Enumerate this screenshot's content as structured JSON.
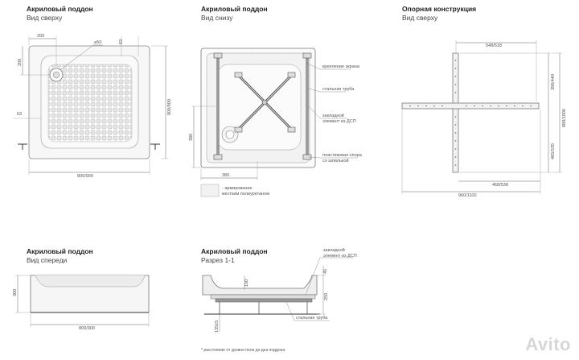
{
  "views": {
    "top": {
      "title": "Акриловый поддон",
      "subtitle": "Вид сверху"
    },
    "bottom": {
      "title": "Акриловый поддон",
      "subtitle": "Вид снизу"
    },
    "support": {
      "title": "Опорная конструкция",
      "subtitle": "Вид сверху"
    },
    "front": {
      "title": "Акриловый поддон",
      "subtitle": "Вид спереди"
    },
    "section": {
      "title": "Акриловый поддон",
      "subtitle": "Разрез 1-1"
    }
  },
  "top_dims": {
    "d200": "200",
    "d50": "⌀50",
    "d63a": "63",
    "d200v": "200",
    "d63b": "63",
    "d800h": "800/900",
    "d800v": "800/900"
  },
  "bottom_dims": {
    "d380v": "380",
    "d380h": "380"
  },
  "bottom_labels": {
    "screen": "крепление экрана",
    "pipe": "стальная труба",
    "embedded1": "закладной",
    "embedded2": "элемент из ДСП",
    "support1": "пластиковая опора",
    "support2": "со шпилькой"
  },
  "legend": {
    "line1": "- армирование",
    "line2": "жестким полиуретаном"
  },
  "support_dims": {
    "d548": "548/618",
    "d390": "390/440",
    "d880": "880/1000",
    "d465v": "465/535",
    "d468": "468/538",
    "d960": "960/1100"
  },
  "front_dims": {
    "d300": "300",
    "d800": "800/900"
  },
  "section_labels": {
    "emb1": "закладной",
    "emb2": "элемент из ДСП",
    "d45": "45",
    "d150": "150",
    "d250": "250",
    "d135": "135±5",
    "pipe": "стальная труба"
  },
  "footnote": "* расстояние от уровня пола до дна поддона",
  "watermark": "Avito"
}
